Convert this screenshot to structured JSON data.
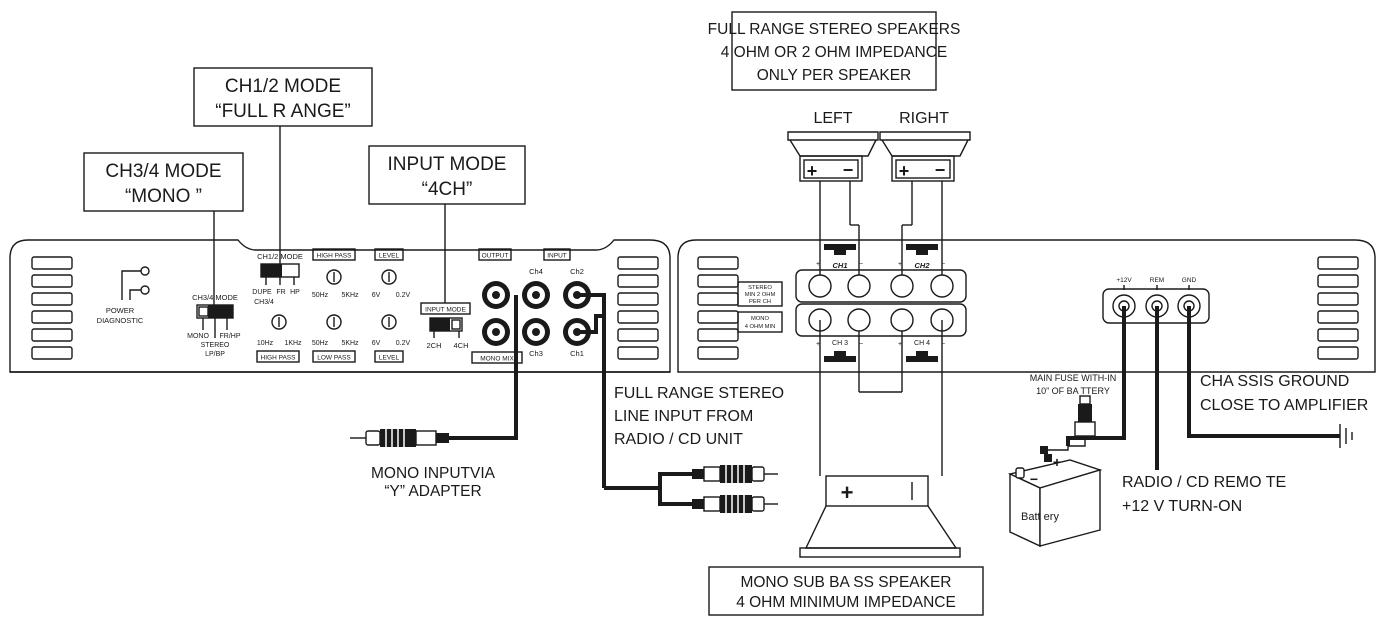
{
  "callouts": {
    "ch12_line1": "CH1/2 MODE",
    "ch12_line2": "“FULL R ANGE”",
    "ch34_line1": "CH3/4 MODE",
    "ch34_line2": "“MONO  ”",
    "input_line1": "INPUT MODE",
    "input_line2": "“4CH”",
    "speakers_line1": "FULL RANGE STEREO SPEAKERS",
    "speakers_line2": "4 OHM OR 2 OHM IMPEDANCE",
    "speakers_line3": "ONLY PER SPEAKER",
    "sub_line1": "MONO SUB BA SS SPEAKER",
    "sub_line2": "4 OHM MINIMUM IMPEDANCE"
  },
  "left_amp": {
    "power_label": "POWER",
    "diagnostic_label": "DIAGNOSTIC",
    "ch34_mode_label": "CH3/4 MODE",
    "mono_label": "MONO",
    "frhp_label": "FR/HP",
    "stereo_label": "STEREO",
    "lpbp_label": "LP/BP",
    "ch12_mode_label": "CH1/2 MODE",
    "dupe_label": "DUPE",
    "fr_label": "FR",
    "hp_label": "HP",
    "ch34_small_label": "CH3/4",
    "high_pass_top": "HIGH PASS",
    "hp_min": "50Hz",
    "hp_max": "5KHz",
    "level_top": "LEVEL",
    "lvl_min": "6V",
    "lvl_max": "0.2V",
    "input_mode_label": "INPUT MODE",
    "ch2_switch_label": "2CH",
    "ch4_switch_label": "4CH",
    "high_pass_bottom": "HIGH PASS",
    "hp2_min": "10Hz",
    "hp2_max": "1KHz",
    "low_pass_bottom": "LOW PASS",
    "lp_min": "50Hz",
    "lp_max": "5KHz",
    "level_bottom": "LEVEL",
    "lvl2_min": "6V",
    "lvl2_max": "0.2V",
    "output_label": "OUTPUT",
    "input_label": "INPUT",
    "ch4_jack": "Ch4",
    "ch2_jack": "Ch2",
    "ch3_jack": "Ch3",
    "ch1_jack": "Ch1",
    "mono_mix_label": "MONO MIX"
  },
  "right_amp": {
    "stereo_note_1": "STEREO",
    "stereo_note_2": "MIN 2 OHM",
    "stereo_note_3": "PER CH",
    "mono_note_1": "MONO",
    "mono_note_2": "4 OHM MIN",
    "ch1_label": "CH1",
    "ch2_label": "CH2",
    "ch3_label": "CH 3",
    "ch4_label": "CH 4",
    "plus12_label": "+12V",
    "rem_label": "REM",
    "gnd_label": "GND"
  },
  "speakers": {
    "left_label": "LEFT",
    "right_label": "RIGHT",
    "plus_sign": "+",
    "minus_sign": "−"
  },
  "notes": {
    "mono_input_1": "MONO INPUTVIA",
    "mono_input_2": "“Y” ADAPTER",
    "line_input_1": "FULL RANGE STEREO",
    "line_input_2": "LINE INPUT FROM",
    "line_input_3": "RADIO / CD UNIT",
    "fuse_1": "MAIN FUSE WITH-IN",
    "fuse_2": "10” OF BA TTERY",
    "chassis_1": "CHA SSIS GROUND",
    "chassis_2": "CLOSE TO AMPLIFIER",
    "remote_1": "RADIO / CD REMO  TE",
    "remote_2": "+12 V TURN-ON",
    "battery_label": "Batt ery"
  }
}
